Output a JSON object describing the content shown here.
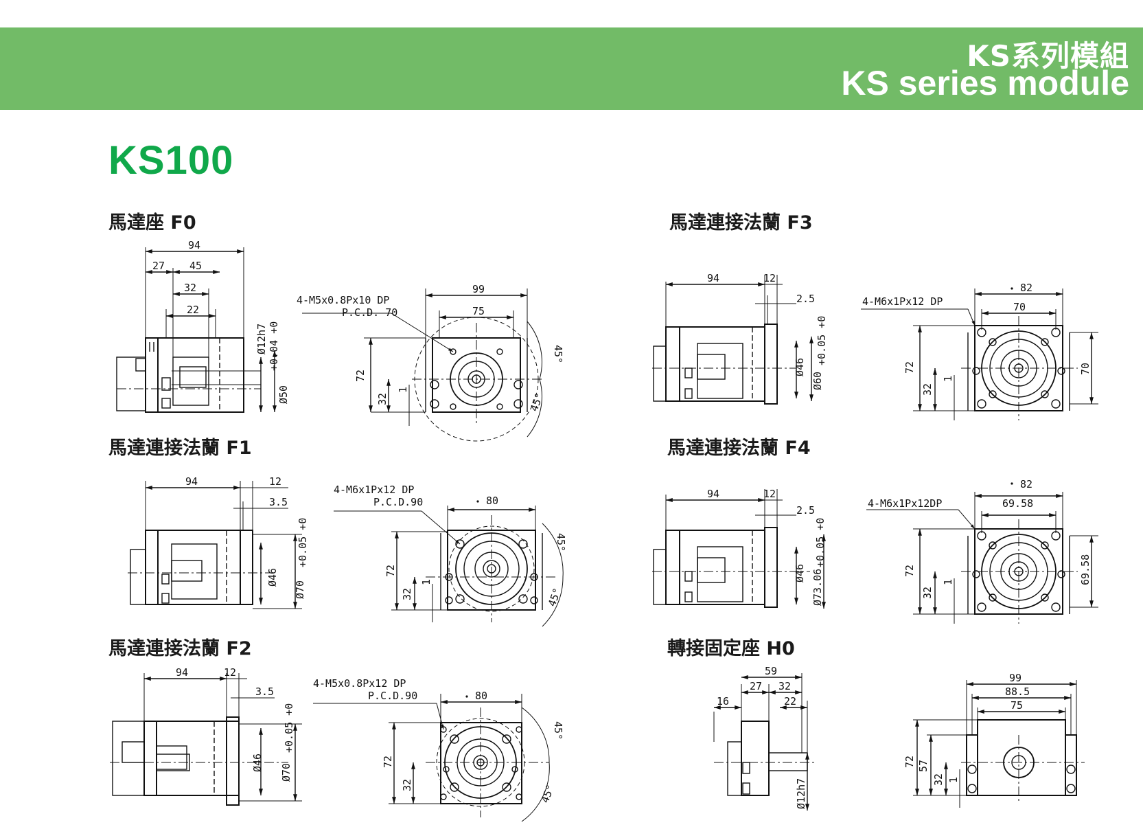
{
  "banner": {
    "title_zh": "KS系列模組",
    "title_en": "KS series module",
    "color": "#72bb67"
  },
  "model": {
    "name": "KS100",
    "color": "#10a84a"
  },
  "sections": {
    "f0": {
      "title": "馬達座 F0",
      "side": {
        "d1": "94",
        "d2": "27",
        "d3": "45",
        "d4": "32",
        "d5": "22",
        "d6": "Ø12h7",
        "d7": "Ø50",
        "tol": "+0.04\n+0"
      },
      "front": {
        "note1": "4-M5x0.8Px10 DP",
        "note2": "P.C.D. 70",
        "d1": "99",
        "d2": "75",
        "d3": "72",
        "d4": "32",
        "d5": "1",
        "a1": "45°",
        "a2": "45°"
      }
    },
    "f1": {
      "title": "馬達連接法蘭 F1",
      "side": {
        "d1": "94",
        "d2": "12",
        "d3": "3.5",
        "d4": "Ø46",
        "d5": "Ø70",
        "tol": "+0.05\n+0"
      },
      "front": {
        "note1": "4-M6x1Px12 DP",
        "note2": "P.C.D.90",
        "d1": "80",
        "d2": "72",
        "d3": "32",
        "d4": "1",
        "a1": "45°",
        "a2": "45°"
      }
    },
    "f2": {
      "title": "馬達連接法蘭 F2",
      "side": {
        "d1": "94",
        "d2": "12",
        "d3": "3.5",
        "d4": "Ø46",
        "d5": "Ø70",
        "tol": "+0.05\n+0"
      },
      "front": {
        "note1": "4-M5x0.8Px12 DP",
        "note2": "P.C.D.90",
        "d1": "80",
        "d2": "72",
        "d3": "32",
        "a1": "45°",
        "a2": "45°"
      }
    },
    "f3": {
      "title": "馬達連接法蘭 F3",
      "side": {
        "d1": "94",
        "d2": "12",
        "d3": "2.5",
        "d4": "Ø46",
        "d5": "Ø60",
        "tol": "+0.05\n+0"
      },
      "front": {
        "note1": "4-M6x1Px12 DP",
        "d1": "82",
        "d2": "70",
        "d3": "72",
        "d4": "32",
        "d5": "1",
        "d6": "70"
      }
    },
    "f4": {
      "title": "馬達連接法蘭 F4",
      "side": {
        "d1": "94",
        "d2": "12",
        "d3": "2.5",
        "d4": "Ø46",
        "d5": "Ø73.06",
        "tol": "+0.05\n+0"
      },
      "front": {
        "note1": "4-M6x1Px12DP",
        "d1": "82",
        "d2": "69.58",
        "d3": "72",
        "d4": "32",
        "d5": "1",
        "d6": "69.58"
      }
    },
    "h0": {
      "title": "轉接固定座 H0",
      "side": {
        "d1": "59",
        "d2": "27",
        "d3": "32",
        "d4": "16",
        "d5": "22",
        "d6": "Ø12h7"
      },
      "front": {
        "d1": "99",
        "d2": "88.5",
        "d3": "75",
        "d4": "72",
        "d5": "57",
        "d6": "32",
        "d7": "1"
      }
    }
  }
}
